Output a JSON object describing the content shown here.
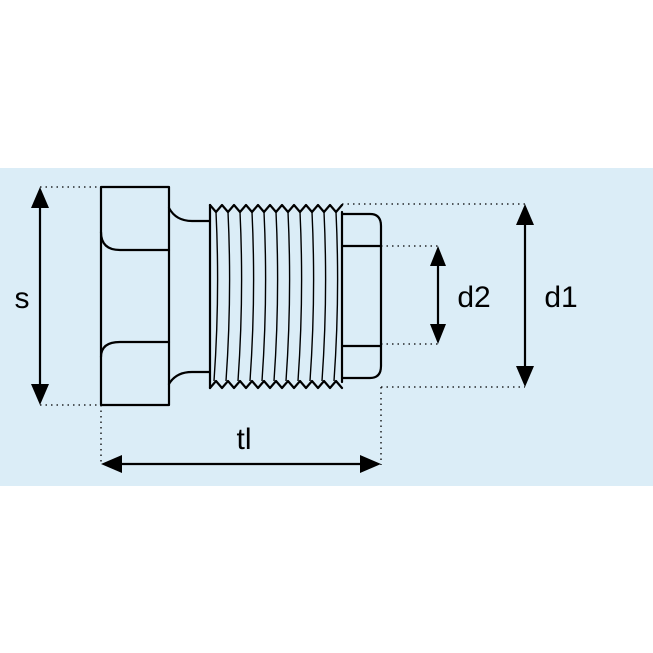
{
  "colors": {
    "band": "#dbedf7",
    "line": "#000000",
    "page": "#ffffff"
  },
  "labels": {
    "s": "s",
    "d2": "d2",
    "d1": "d1",
    "tl": "tl"
  }
}
